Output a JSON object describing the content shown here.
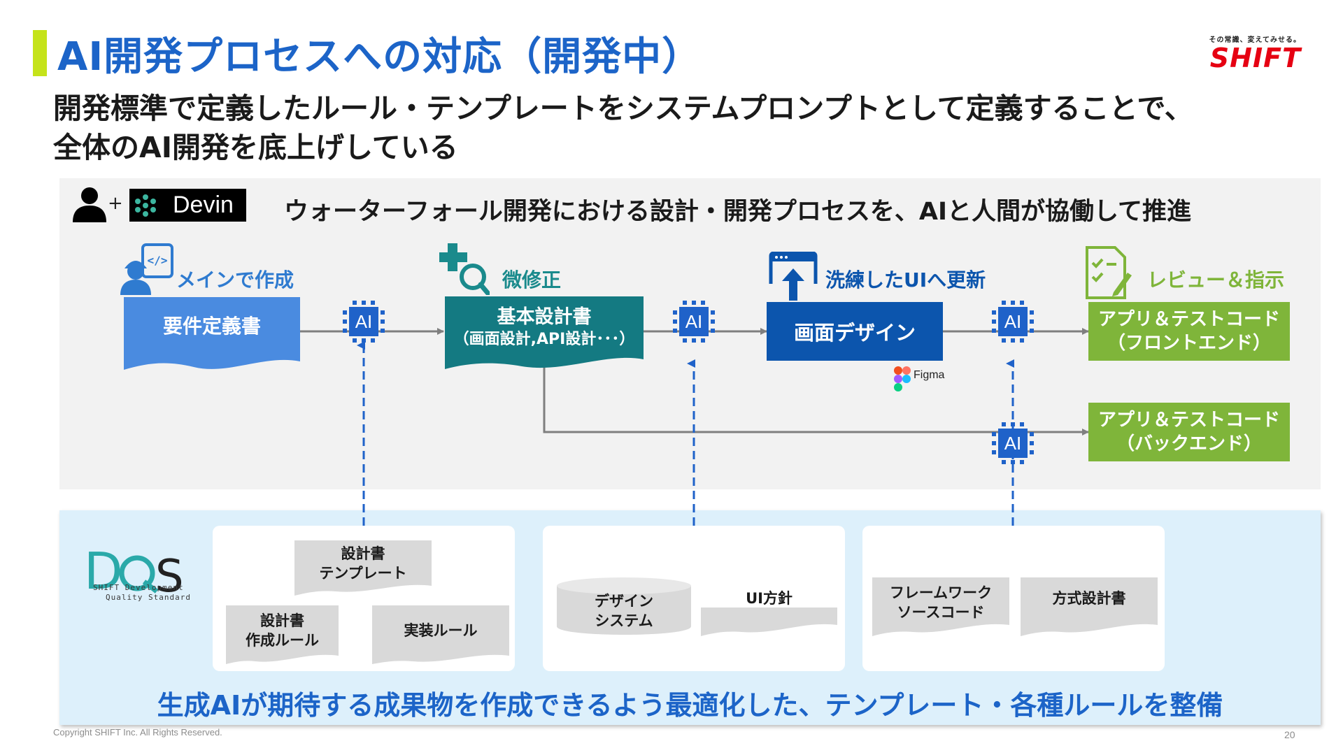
{
  "header": {
    "title": "AI開発プロセスへの対応（開発中）",
    "subtitle_line1": "開発標準で定義したルール・テンプレートをシステムプロンプトとして定義することで、",
    "subtitle_line2": "全体のAI開発を底上げしている",
    "logo_tagline": "その常識、変えてみせる。",
    "logo_text": "SHIFT"
  },
  "flow": {
    "plus": "+",
    "devin_label": "Devin",
    "headline": "ウォーターフォール開発における設計・開発プロセスを、AIと人間が協働して推進",
    "chip_label": "AI",
    "steps": [
      {
        "action": "メインで作成",
        "title": "要件定義書",
        "action_icon": "engineer-code-icon"
      },
      {
        "action": "微修正",
        "title": "基本設計書",
        "detail": "（画面設計,API設計･･･）",
        "action_icon": "plus-magnifier-icon"
      },
      {
        "action": "洗練したUIへ更新",
        "title": "画面デザイン",
        "action_icon": "browser-upload-icon"
      },
      {
        "action": "レビュー＆指示",
        "action_icon": "checklist-pen-icon"
      }
    ],
    "figma_label": "Figma",
    "outputs": [
      {
        "line1": "アプリ＆テストコード",
        "line2": "（フロントエンド）"
      },
      {
        "line1": "アプリ＆テストコード",
        "line2": "（バックエンド）"
      }
    ]
  },
  "dqs": {
    "logo_letters": "DQS",
    "caption1": "SHIFT Development",
    "caption2": "Quality Standard",
    "group1": {
      "template": {
        "line1": "設計書",
        "line2": "テンプレート"
      },
      "rule": {
        "line1": "設計書",
        "line2": "作成ルール"
      },
      "impl": "実装ルール"
    },
    "group2": {
      "design_system": {
        "line1": "デザイン",
        "line2": "システム"
      },
      "ui_policy": "UI方針"
    },
    "group3": {
      "framework": {
        "line1": "フレームワーク",
        "line2": "ソースコード"
      },
      "arch": "方式設計書"
    },
    "bottom_message": "生成AIが期待する成果物を作成できるよう最適化した、テンプレート・各種ルールを整備"
  },
  "footer": {
    "copyright": "Copyright SHIFT Inc. All Rights Reserved.",
    "page": "20"
  },
  "colors": {
    "title_blue": "#1c64c8",
    "accent_green": "#c5e31a",
    "req_blue": "#4a8be0",
    "basic_teal": "#147a82",
    "screen_navy": "#0c55ad",
    "output_green": "#7fb53a",
    "chip_blue": "#1f62c9",
    "logo_red": "#e60012"
  }
}
